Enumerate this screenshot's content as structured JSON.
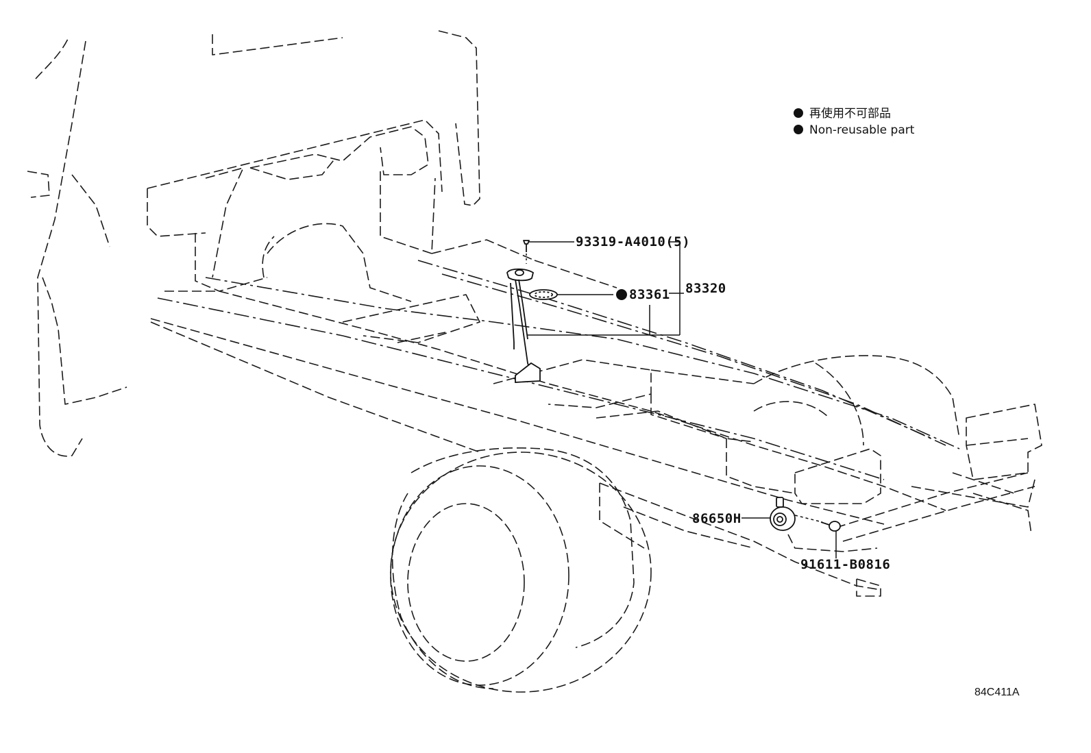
{
  "legend": {
    "line_jp": "再使用不可部品",
    "line_en": "Non-reusable part"
  },
  "parts": {
    "screw": "93319-A4010(5)",
    "gasket": "83361",
    "gauge_assembly": "83320",
    "horn": "86650H",
    "bolt": "91611-B0816"
  },
  "figure_code": "84C411A"
}
